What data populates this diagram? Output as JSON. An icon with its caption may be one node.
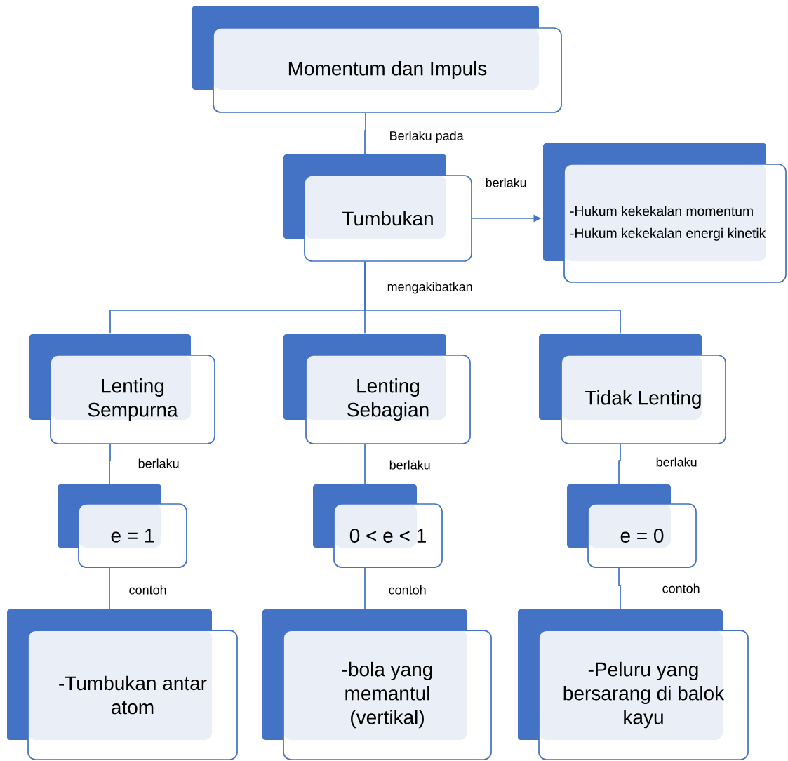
{
  "diagram": {
    "nodes": [
      {
        "text": [
          "Momentum dan Impuls"
        ]
      },
      {
        "text": [
          "Tumbukan"
        ]
      },
      {
        "text": [
          "-Hukum kekekalan momentum",
          "-Hukum kekekalan energi kinetik"
        ]
      },
      {
        "text": [
          "Lenting Sempurna"
        ]
      },
      {
        "text": [
          "Lenting Sebagian"
        ]
      },
      {
        "text": [
          "Tidak Lenting"
        ]
      },
      {
        "text": [
          "e = 1"
        ]
      },
      {
        "text": [
          "0 < e < 1"
        ]
      },
      {
        "text": [
          "e = 0"
        ]
      },
      {
        "text": [
          "-Tumbukan antar atom"
        ]
      },
      {
        "text": [
          "-bola yang memantul (vertikal)"
        ]
      },
      {
        "text": [
          "-Peluru yang bersarang di balok kayu"
        ]
      }
    ],
    "edges": [
      {
        "from": 0,
        "to": 1,
        "arrow": "none",
        "label": "Berlaku pada"
      },
      {
        "from": 1,
        "to": 2,
        "arrow": "to",
        "label": "berlaku"
      },
      {
        "from": 1,
        "to": 3,
        "arrow": "none"
      },
      {
        "from": 1,
        "to": 4,
        "arrow": "none",
        "label": "mengakibatkan"
      },
      {
        "from": 1,
        "to": 5,
        "arrow": "none"
      },
      {
        "from": 3,
        "to": 6,
        "arrow": "none",
        "label": "berlaku"
      },
      {
        "from": 4,
        "to": 7,
        "arrow": "none",
        "label": "berlaku"
      },
      {
        "from": 5,
        "to": 8,
        "arrow": "none",
        "label": "berlaku"
      },
      {
        "from": 6,
        "to": 9,
        "arrow": "none",
        "label": "contoh"
      },
      {
        "from": 7,
        "to": 10,
        "arrow": "none",
        "label": "contoh"
      },
      {
        "from": 8,
        "to": 11,
        "arrow": "none",
        "label": "contoh"
      }
    ]
  }
}
